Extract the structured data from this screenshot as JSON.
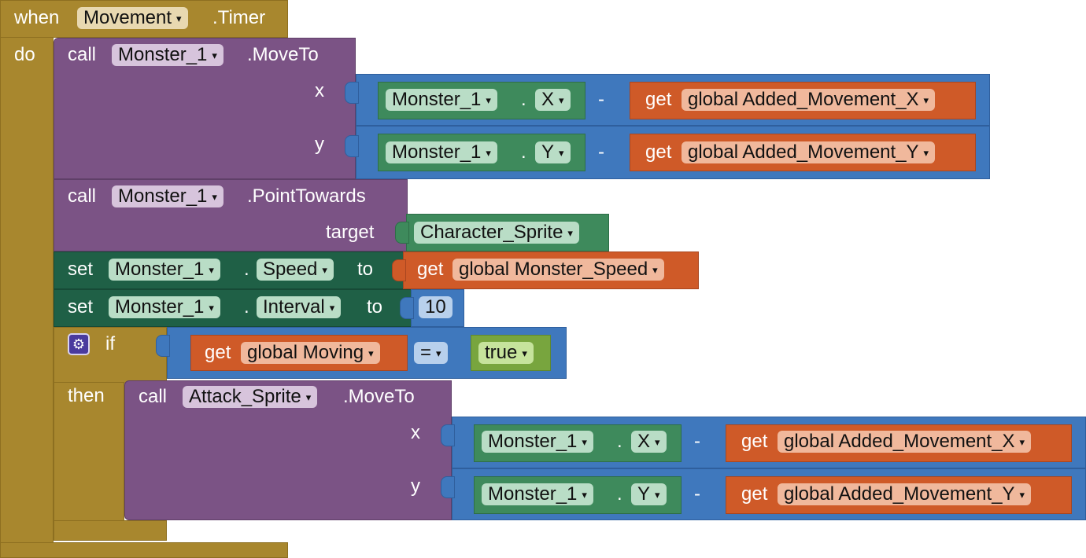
{
  "event": {
    "when": "when",
    "component": "Movement",
    "event_name": ".Timer",
    "do": "do"
  },
  "move1": {
    "call": "call",
    "component": "Monster_1",
    "method": ".MoveTo",
    "x_label": "x",
    "y_label": "y",
    "x": {
      "comp": "Monster_1",
      "dot": ".",
      "prop": "X",
      "op": "-",
      "get": "get",
      "var": "global Added_Movement_X"
    },
    "y": {
      "comp": "Monster_1",
      "dot": ".",
      "prop": "Y",
      "op": "-",
      "get": "get",
      "var": "global Added_Movement_Y"
    }
  },
  "point": {
    "call": "call",
    "component": "Monster_1",
    "method": ".PointTowards",
    "target_label": "target",
    "target": "Character_Sprite"
  },
  "set_speed": {
    "set": "set",
    "component": "Monster_1",
    "dot": ".",
    "prop": "Speed",
    "to": "to",
    "get": "get",
    "var": "global Monster_Speed"
  },
  "set_interval": {
    "set": "set",
    "component": "Monster_1",
    "dot": ".",
    "prop": "Interval",
    "to": "to",
    "value": "10"
  },
  "if_block": {
    "if": "if",
    "then": "then",
    "get": "get",
    "var": "global Moving",
    "op": "=",
    "value": "true"
  },
  "move2": {
    "call": "call",
    "component": "Attack_Sprite",
    "method": ".MoveTo",
    "x_label": "x",
    "y_label": "y",
    "x": {
      "comp": "Monster_1",
      "dot": ".",
      "prop": "X",
      "op": "-",
      "get": "get",
      "var": "global Added_Movement_X"
    },
    "y": {
      "comp": "Monster_1",
      "dot": ".",
      "prop": "Y",
      "op": "-",
      "get": "get",
      "var": "global Added_Movement_Y"
    }
  },
  "icons": {
    "dropdown": "▾",
    "gear": "⚙"
  },
  "colors": {
    "event": "#a8872e",
    "procedure": "#7b5385",
    "component": "#3e8a5c",
    "setter": "#1f6046",
    "math": "#3f78bd",
    "variable": "#cf5a28",
    "logic": "#78a53e"
  }
}
